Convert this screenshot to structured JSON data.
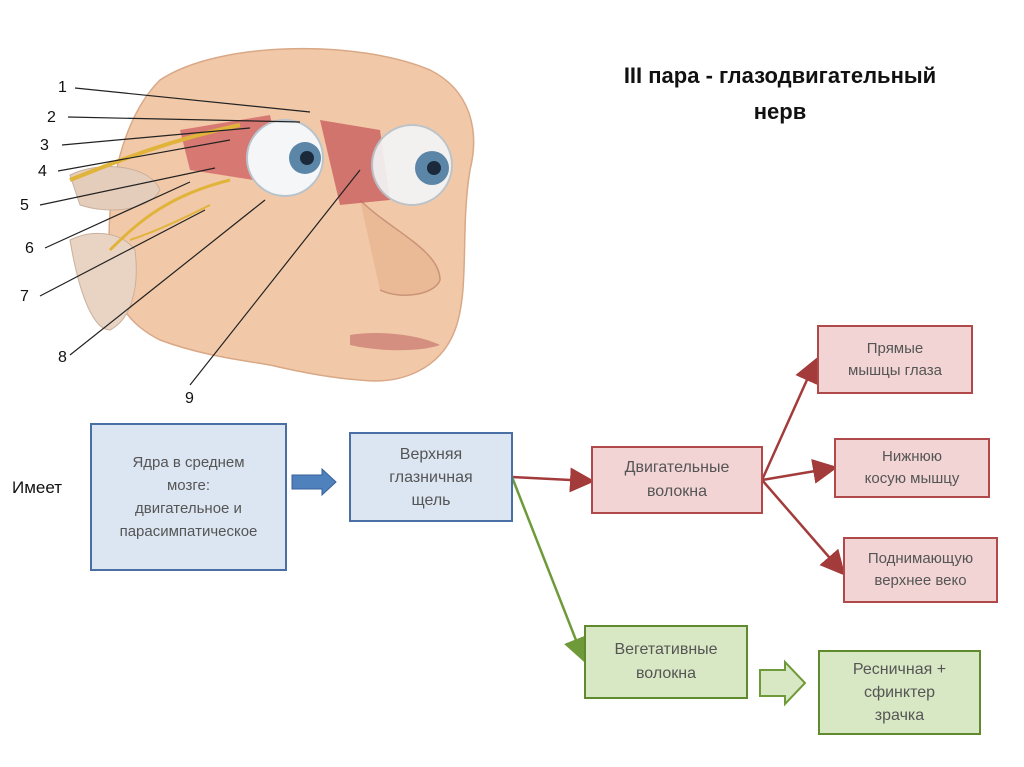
{
  "title": "III пара  - глазодвигательный\nнерв",
  "illustration": {
    "numbers": [
      "1",
      "2",
      "3",
      "4",
      "5",
      "6",
      "7",
      "8",
      "9"
    ],
    "colors": {
      "skin": "#f2c9a8",
      "muscle": "#d46a6a",
      "nerve": "#e0b43a",
      "eye": "#f4f6f8",
      "iris": "#5b86a8"
    }
  },
  "has_label": "Имеет",
  "boxes": {
    "nuclei": "Ядра в среднем\nмозге:\nдвигательное и\nпарасимпатическое",
    "fissure": "Верхняя\nглазничная\nщель",
    "motor": "Двигательные\nволокна",
    "autonomic": "Вегетативные\nволокна",
    "rectus": "Прямые\nмышцы глаза",
    "oblique": "Нижнюю\nкосую  мышцу",
    "levator": "Поднимающую\nверхнее веко",
    "ciliary": "Ресничная +\nсфинктер\nзрачка"
  },
  "colors": {
    "blue_fill": "#dce6f2",
    "blue_border": "#4a6fa5",
    "red_fill": "#f2d4d4",
    "red_border": "#b04a4a",
    "green_fill": "#d9e8c4",
    "green_border": "#5f8a2e"
  }
}
